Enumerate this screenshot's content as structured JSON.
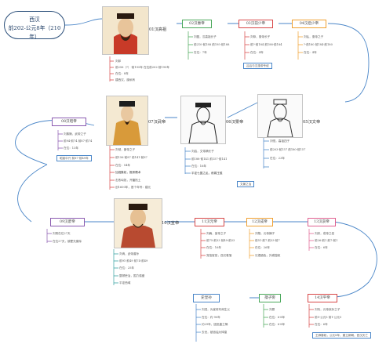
{
  "title": {
    "line1": "西汉",
    "line2": "前202-公元8年（210年）"
  },
  "emperors": [
    {
      "id": "01",
      "label": "01汉高祖",
      "details": [
        "刘邦",
        "前256（?）-前195年 在位前202-前195年",
        "在位：8年",
        "建西汉，废私有"
      ]
    },
    {
      "id": "02",
      "label": "02汉惠帝",
      "details": [
        "刘盈，汉高祖长子",
        "前210-前188 前195-前188",
        "在位：7年"
      ]
    },
    {
      "id": "03",
      "label": "03汉前少帝",
      "details": [
        "刘恭，惠帝长子",
        "前?-前184 前188-前184",
        "在位：4年"
      ]
    },
    {
      "id": "04",
      "label": "04汉后少帝",
      "details": [
        "刘弘，惠帝之子",
        "?-前180 前184-前180",
        "在位：4年"
      ]
    },
    {
      "id": "05",
      "label": "05汉文帝",
      "details": [
        "刘恒，高祖四子",
        "前203-前157 前180-前157",
        "在位：23年"
      ]
    },
    {
      "id": "06",
      "label": "06汉景帝",
      "details": [
        "刘启，文帝嫡长子",
        "前188-前141 前157-前141",
        "在位：16年",
        "平定七国之乱，削弱王侯"
      ]
    },
    {
      "id": "07",
      "label": "07汉武帝",
      "details": [
        "刘彻，景帝之子",
        "前156-前87 前141-前87",
        "在位：54年",
        "加强集权，推崇儒术",
        "击败匈奴，开疆拓土",
        "创1600年，首个年号：建元"
      ]
    },
    {
      "id": "08",
      "label": "08汉昭帝",
      "details": [
        "刘弗陵，武帝之子",
        "前94-前74 前87-前74",
        "在位：13年"
      ]
    },
    {
      "id": "09",
      "label": "09汉废帝",
      "details": [
        "刘贺在位27天",
        "在位27天，被霍光废除"
      ]
    },
    {
      "id": "10",
      "label": "10汉宣帝",
      "details": [
        "刘询，武帝曾孙",
        "前91-前49 前74-前49",
        "在位：25年",
        "整顿吏治，国力强盛",
        "平定西域"
      ]
    },
    {
      "id": "11",
      "label": "11汉元帝",
      "details": [
        "刘奭，宣帝之子",
        "前75-前33 前49-前33",
        "在位：16年",
        "宠信宦官，西汉衰落"
      ]
    },
    {
      "id": "12",
      "label": "12汉成帝",
      "details": [
        "刘骜，元帝嫡子",
        "前51-前7 前33-前7",
        "在位：26年",
        "沉湎酒色，外戚擅权"
      ]
    },
    {
      "id": "13",
      "label": "13汉哀帝",
      "details": [
        "刘欣，成帝之侄",
        "前26-前1 前7-前1",
        "在位：6年"
      ]
    },
    {
      "id": "14",
      "label": "14汉平帝",
      "details": [
        "刘衎，元帝庶孙之子",
        "前9-公元5 前1-公元5",
        "在位：6年"
      ]
    },
    {
      "id": "15",
      "label": "孺子婴",
      "details": [
        "刘婴",
        "在位：6-8年",
        "在位：6-8年"
      ]
    },
    {
      "id": "16",
      "label": "史皇孙",
      "details": [
        "刘进，为宣帝刘询生父",
        "在位：约-90年",
        "约29年，因巫蛊之祸",
        "去世，被追谥为悼皇"
      ]
    }
  ],
  "captions": {
    "c1": "吕后与汉惠帝专权",
    "c2": "文景之治",
    "c3": "昭宣中兴 前87-前49年",
    "c4": "王莽篡权，公元8年，建立新朝，西汉灭亡"
  },
  "colors": {
    "blue": "#4a86c8",
    "orange": "#f0a030",
    "green": "#4aa85a",
    "red": "#d84848",
    "purple": "#8a5ab0",
    "teal": "#35a0a0",
    "pink": "#e06090"
  }
}
